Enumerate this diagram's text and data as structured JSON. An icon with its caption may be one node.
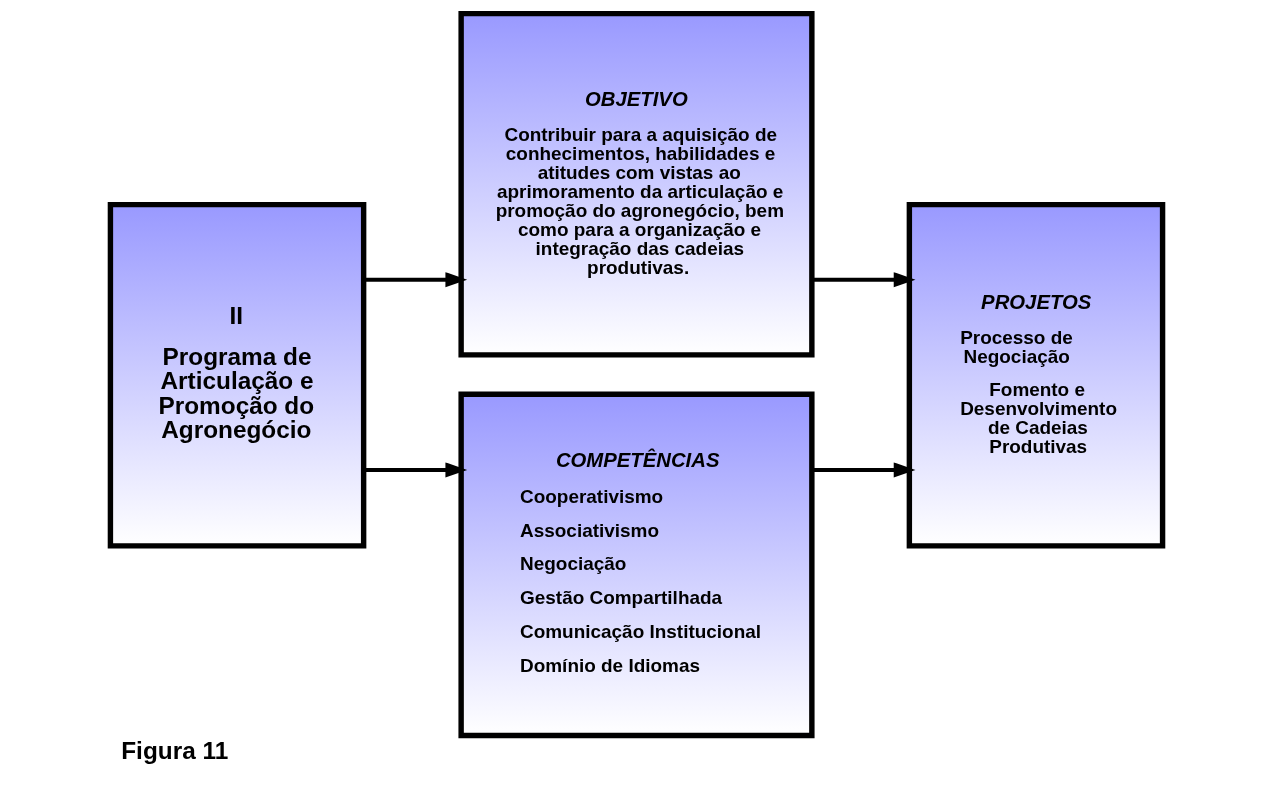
{
  "diagram": {
    "caption": "Figura 11",
    "nodes": [
      {
        "text": [
          "II",
          "Programa de Articulação e Promoção do Agronegócio"
        ]
      },
      {
        "text": [
          "OBJETIVO",
          "Contribuir para a aquisição de conhecimentos, habilidades e atitudes com vistas ao aprimoramento da articulação e promoção do agronegócio, bem como para a organização e integração das cadeias produtivas."
        ]
      },
      {
        "text": [
          "COMPETÊNCIAS",
          "Cooperativismo",
          "Associativismo",
          "Negociação",
          "Gestão Compartilhada",
          "Comunicação Institucional",
          "Domínio de Idiomas"
        ]
      },
      {
        "text": [
          "PROJETOS",
          "Processo de Negociação",
          "Fomento e Desenvolvimento de Cadeias Produtivas"
        ]
      }
    ],
    "edges": [
      {
        "from": 0,
        "to": 1,
        "arrow": "to"
      },
      {
        "from": 0,
        "to": 2,
        "arrow": "to"
      },
      {
        "from": 1,
        "to": 3,
        "arrow": "to"
      },
      {
        "from": 2,
        "to": 3,
        "arrow": "to"
      }
    ]
  }
}
